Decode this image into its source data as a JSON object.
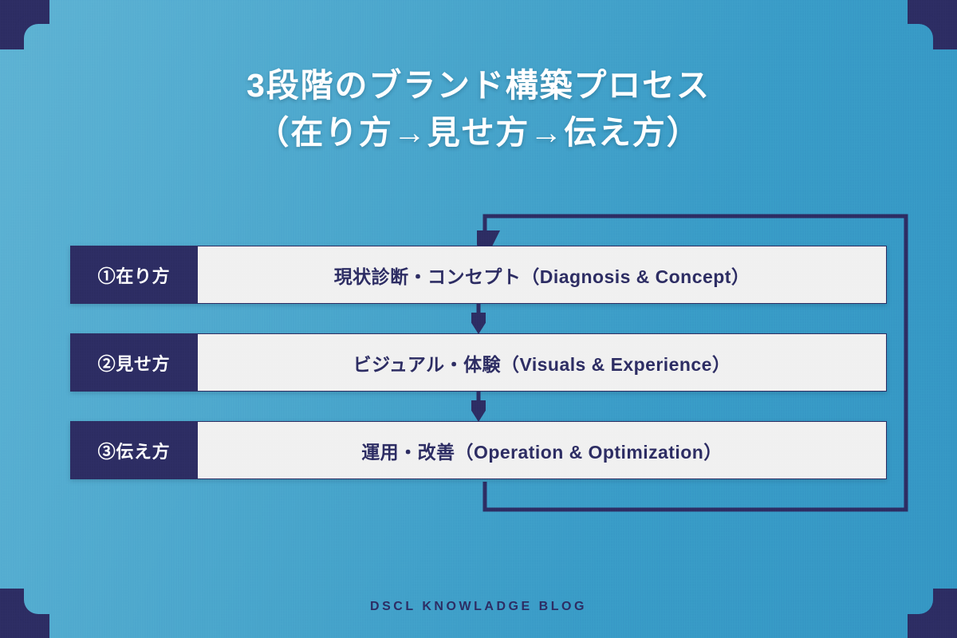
{
  "title": {
    "line1": "3段階のブランド構築プロセス",
    "line2": "（在り方→見せ方→伝え方）"
  },
  "steps": [
    {
      "tag": "①在り方",
      "body": "現状診断・コンセプト（Diagnosis & Concept）"
    },
    {
      "tag": "②見せ方",
      "body": "ビジュアル・体験（Visuals & Experience）"
    },
    {
      "tag": "③伝え方",
      "body": "運用・改善（Operation & Optimization）"
    }
  ],
  "footer": {
    "text": "DSCL KNOWLADGE BLOG"
  },
  "colors": {
    "navy": "#2b2b60",
    "panel": "#f0f0f0",
    "bg_light": "#5bb0d2",
    "bg_dark": "#3393c2",
    "title_text": "#ffffff"
  },
  "icons": {
    "loop": "feedback-loop-arrow",
    "step": "down-arrow",
    "corner": "corner-bracket"
  }
}
